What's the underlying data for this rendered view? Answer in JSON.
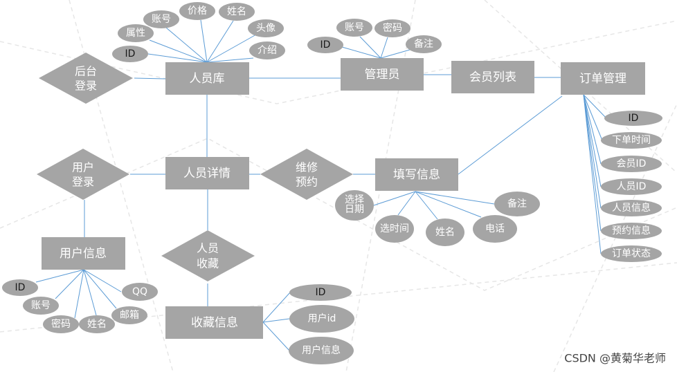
{
  "entities": {
    "staff_library": "人员库",
    "admin": "管理员",
    "member_list": "会员列表",
    "order_mgmt": "订单管理",
    "staff_detail": "人员详情",
    "fill_info": "填写信息",
    "user_info": "用户信息",
    "favorite_info": "收藏信息"
  },
  "relations": {
    "backend_login": [
      "后台",
      "登录"
    ],
    "user_login": [
      "用户",
      "登录"
    ],
    "repair_booking": [
      "维修",
      "预约"
    ],
    "staff_favorite": [
      "人员",
      "收藏"
    ]
  },
  "attributes": {
    "staff_library": [
      "ID",
      "属性",
      "账号",
      "价格",
      "姓名",
      "头像",
      "介绍"
    ],
    "admin": [
      "ID",
      "账号",
      "密码",
      "备注"
    ],
    "order_mgmt": [
      "ID",
      "下单时间",
      "会员ID",
      "人员ID",
      "人员信息",
      "预约信息",
      "订单状态"
    ],
    "fill_info": [
      [
        "选择",
        "日期"
      ],
      "选时间",
      "姓名",
      "电话",
      "备注"
    ],
    "user_info": [
      "ID",
      "账号",
      "密码",
      "姓名",
      "邮箱",
      "QQ"
    ],
    "favorite_info": [
      "ID",
      "用户id",
      "用户信息"
    ]
  },
  "watermark": "CSDN @黄菊华老师",
  "colors": {
    "shape": "#a5a5a5",
    "line": "#5b9bd5"
  }
}
